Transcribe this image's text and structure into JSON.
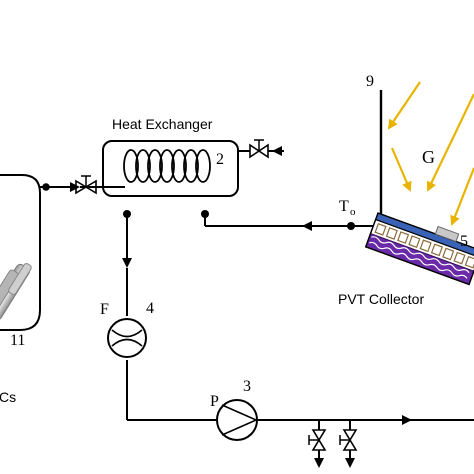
{
  "labels": {
    "heat_exchanger": "Heat Exchanger",
    "pvt_collector": "PVT Collector",
    "flow_meter": "F",
    "pump": "P",
    "irradiance": "G",
    "outlet_temp": "T",
    "outlet_temp_sub": "o",
    "pcms_fragment": "Cs"
  },
  "component_numbers": {
    "heat_exchanger": "2",
    "pump": "3",
    "flow_meter": "4",
    "collector_point": "5",
    "sensor_pole": "9",
    "tank_tube": "11"
  },
  "colors": {
    "line": "#000000",
    "sun_ray": "#e8b400",
    "pcm_purple": "#6a2aa8",
    "collector_blue": "#3a63b8",
    "tube_brown": "#8a6a3a"
  }
}
